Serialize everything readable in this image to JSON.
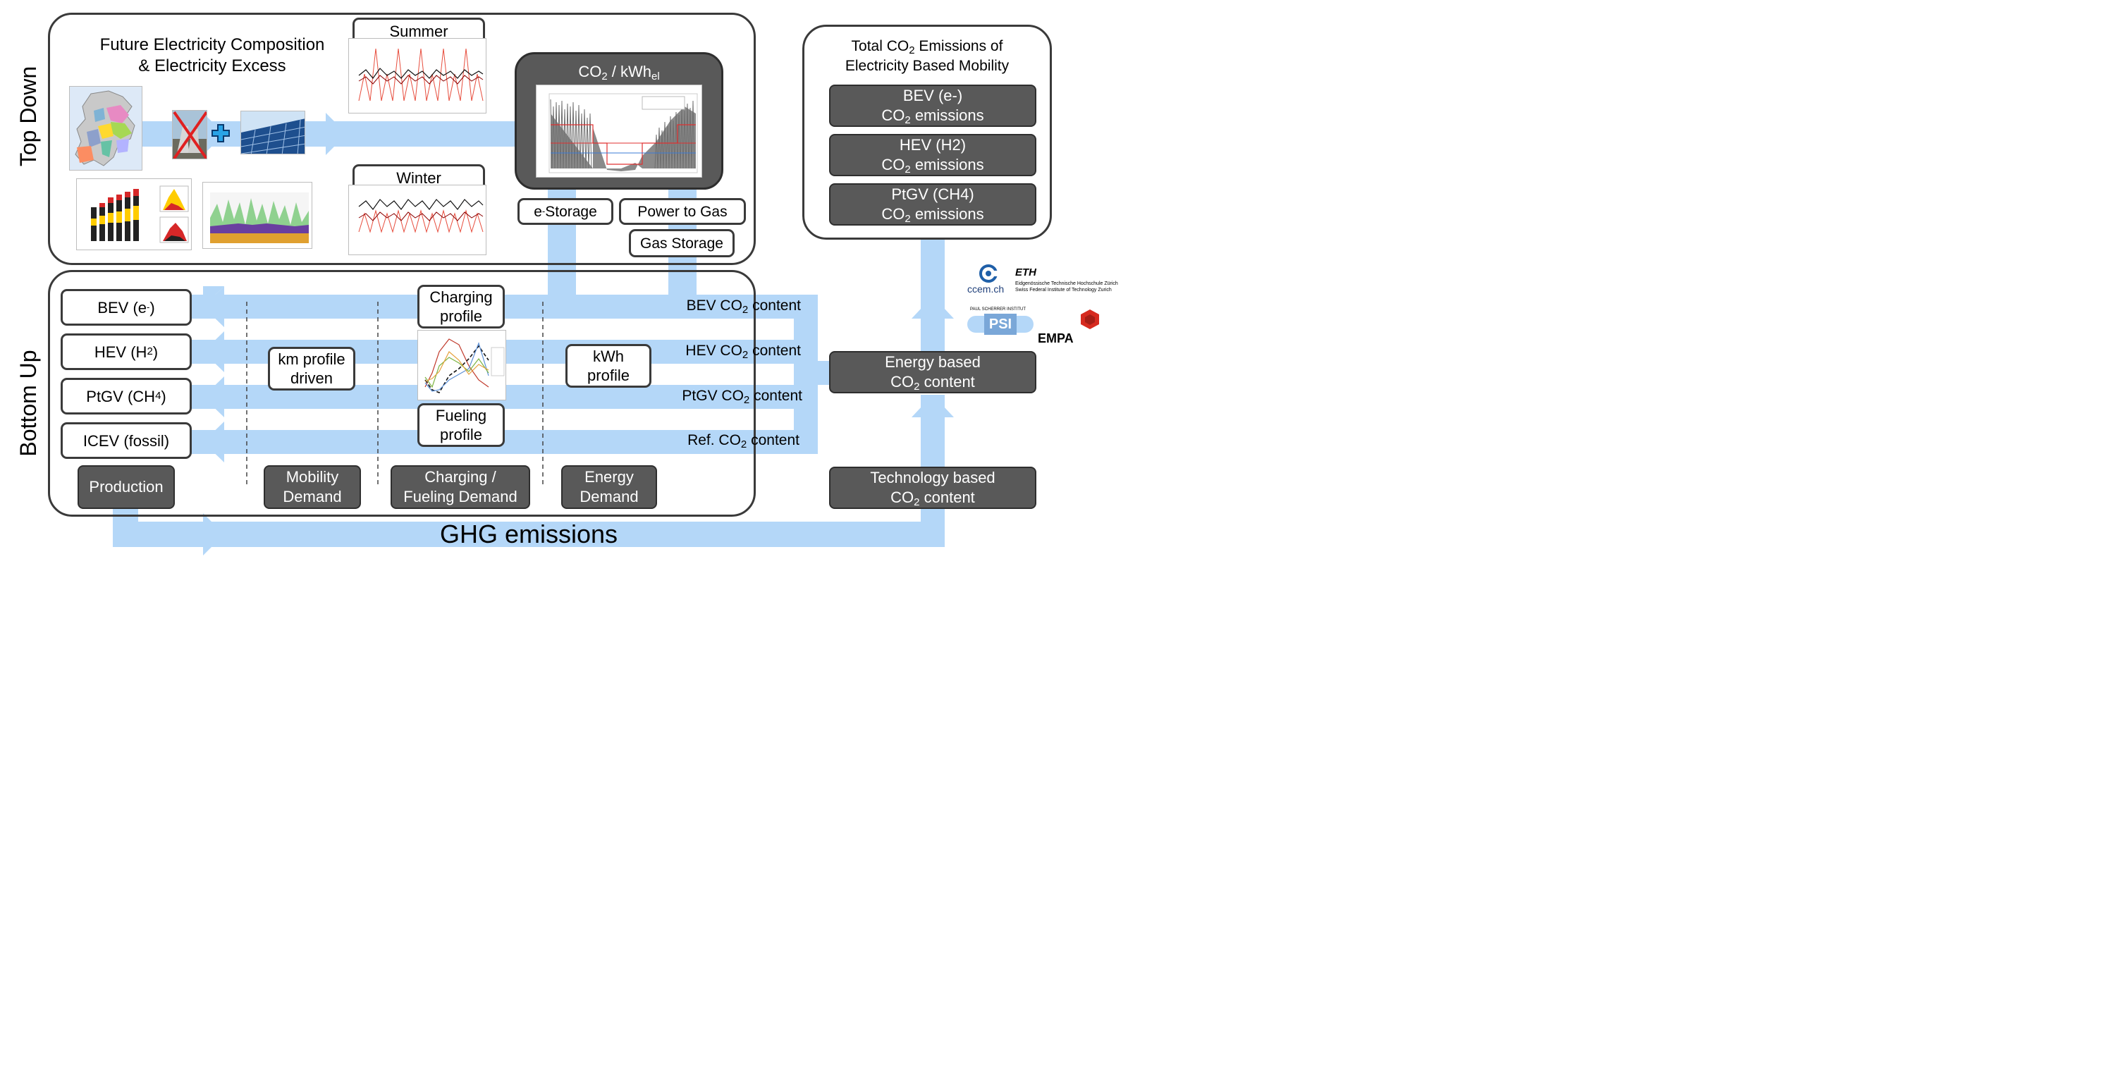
{
  "top_down": {
    "title": "Top Down",
    "composition_title_line1": "Future Electricity Composition",
    "composition_title_line2": "& Electricity Excess",
    "summer": "Summer",
    "winter": "Winter",
    "co2_box_base": "CO",
    "co2_box_sub": "2",
    "co2_box_mid": " / kWh",
    "co2_box_sub2": "el",
    "storage_sup": "-",
    "storage_base": "e",
    "storage_text": " Storage",
    "power_to_gas": "Power to Gas",
    "gas_storage": "Gas Storage"
  },
  "bottom_up": {
    "title": "Bottom Up",
    "vehicles": [
      {
        "base": "BEV (e",
        "sup": "-",
        "sub": "",
        "tail": ")"
      },
      {
        "base": "HEV (H",
        "sup": "",
        "sub": "2",
        "tail": ")"
      },
      {
        "base": "PtGV (CH",
        "sup": "",
        "sub": "4",
        "tail": ")"
      },
      {
        "base": "ICEV (fossil)",
        "sup": "",
        "sub": "",
        "tail": ""
      }
    ],
    "km_profile_line1": "km profile",
    "km_profile_line2": "driven",
    "charging_line1": "Charging",
    "charging_line2": "profile",
    "fueling_line1": "Fueling",
    "fueling_line2": "profile",
    "kwh_line1": "kWh",
    "kwh_line2": "profile",
    "contents": [
      {
        "pre": "BEV CO",
        "sub": "2",
        "post": " content"
      },
      {
        "pre": "HEV CO",
        "sub": "2",
        "post": " content"
      },
      {
        "pre": "PtGV CO",
        "sub": "2",
        "post": " content"
      },
      {
        "pre": "Ref. CO",
        "sub": "2",
        "post": " content"
      }
    ],
    "categories": [
      {
        "line1": "Production",
        "line2": ""
      },
      {
        "line1": "Mobility",
        "line2": "Demand"
      },
      {
        "line1": "Charging /",
        "line2": "Fueling Demand"
      },
      {
        "line1": "Energy",
        "line2": "Demand"
      }
    ]
  },
  "right_panel": {
    "title_pre": "Total CO",
    "title_sub": "2",
    "title_post": " Emissions of",
    "title_line2": "Electricity Based Mobility",
    "items": [
      {
        "line1": "BEV (e-)",
        "pre": "CO",
        "sub": "2",
        "post": " emissions"
      },
      {
        "line1": "HEV (H2)",
        "pre": "CO",
        "sub": "2",
        "post": " emissions"
      },
      {
        "line1": "PtGV (CH4)",
        "pre": "CO",
        "sub": "2",
        "post": " emissions"
      }
    ],
    "energy_line1": "Energy based",
    "energy_pre": "CO",
    "energy_sub": "2",
    "energy_post": " content",
    "tech_line1": "Technology based",
    "tech_pre": "CO",
    "tech_sub": "2",
    "tech_post": " content"
  },
  "ghg": "GHG emissions",
  "logos": {
    "ccem": "ccem.ch",
    "eth": "ETH",
    "eth_line1": "Eidgenössische Technische Hochschule Zürich",
    "eth_line2": "Swiss Federal Institute of Technology Zurich",
    "psi_top": "PAUL SCHERRER INSTITUT",
    "psi": "PSI",
    "empa": "EMPA"
  },
  "colors": {
    "arrow": "#b4d7f8",
    "dark_box": "#595959",
    "border": "#3a3a3a",
    "text": "#000000"
  },
  "icons": [
    "europe-map-icon",
    "crossed-nuclear-plant-icon",
    "plus-icon",
    "solar-panel-icon"
  ]
}
